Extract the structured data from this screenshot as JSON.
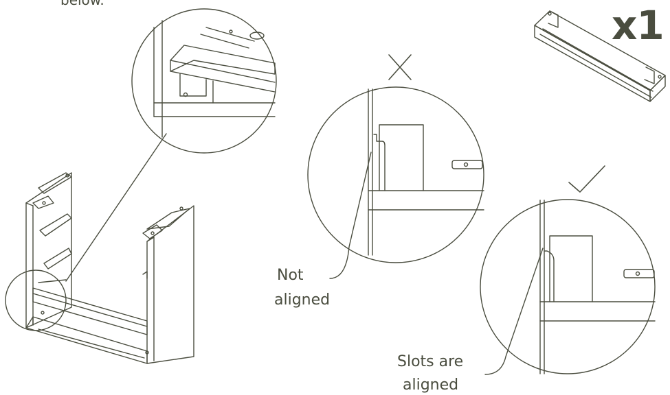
{
  "top_text": "below.",
  "quantity": "x1",
  "labels": {
    "not_aligned_line1": "Not",
    "not_aligned_line2": "aligned",
    "aligned_line1": "Slots are",
    "aligned_line2": "aligned"
  },
  "colors": {
    "ink": "#4a4d3f",
    "paper": "#ffffff"
  },
  "icons": {
    "wrong": "cross-icon",
    "right": "checkmark-icon"
  }
}
